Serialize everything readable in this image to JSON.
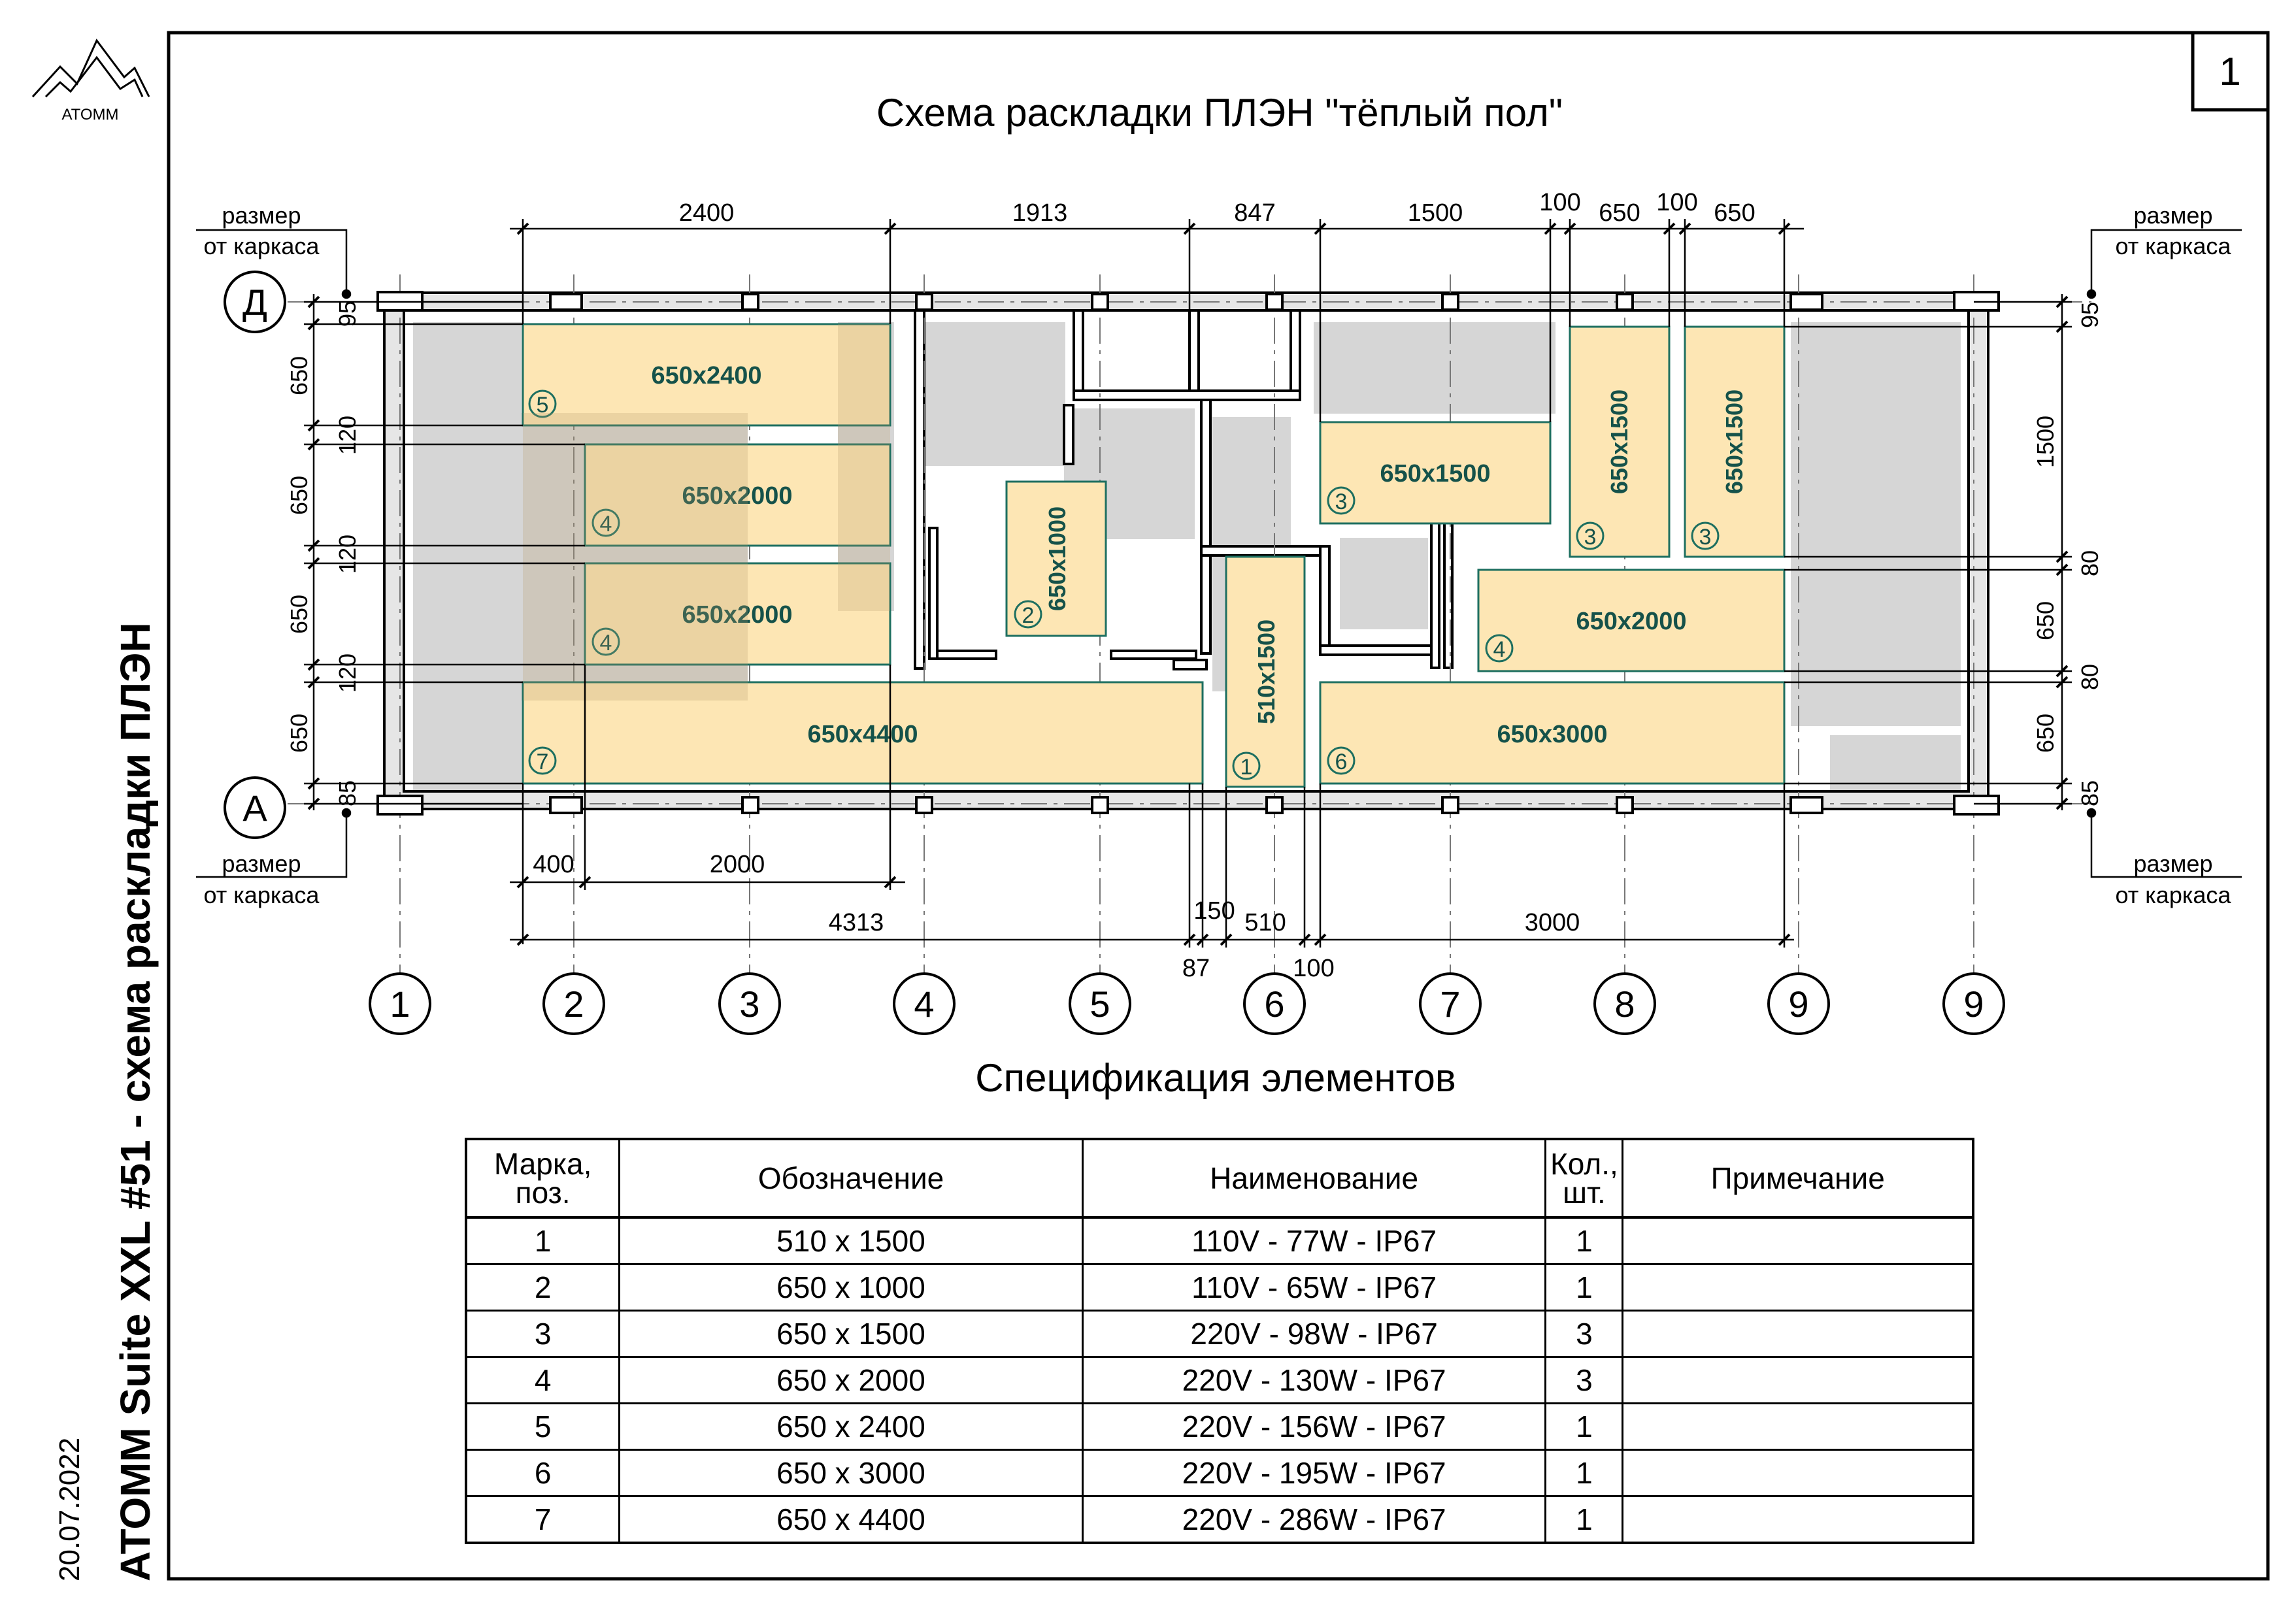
{
  "sheet_number": "1",
  "logo_text": "ATOMM",
  "title": "Схема раскладки ПЛЭН \"тёплый пол\"",
  "side_title": "ATOMM Suite XXL #51 - схема раскладки ПЛЭН",
  "side_date": "20.07.2022",
  "frame_note": {
    "line1": "размер",
    "line2": "от каркаса"
  },
  "axis_letters": {
    "top": "Д",
    "bottom": "А"
  },
  "axis_numbers": [
    "1",
    "2",
    "3",
    "4",
    "5",
    "6",
    "7",
    "8",
    "9",
    "9"
  ],
  "top_dims": [
    "2400",
    "1913",
    "847",
    "1500",
    "100",
    "650",
    "100",
    "650"
  ],
  "bottom_dims_row1": [
    "400",
    "2000"
  ],
  "bottom_dims_row2": [
    "4313",
    "150",
    "510",
    "3000"
  ],
  "bottom_dims_row3": [
    "87",
    "100"
  ],
  "left_dims": [
    "95",
    "650",
    "120",
    "650",
    "120",
    "650",
    "120",
    "650",
    "85"
  ],
  "right_dims": [
    "95",
    "1500",
    "80",
    "650",
    "80",
    "650",
    "85"
  ],
  "panels": [
    {
      "size": "650x2400",
      "mark": "5"
    },
    {
      "size": "650x2000",
      "mark": "4"
    },
    {
      "size": "650x2000",
      "mark": "4"
    },
    {
      "size": "650x4400",
      "mark": "7"
    },
    {
      "size": "650x1000",
      "mark": "2"
    },
    {
      "size": "510x1500",
      "mark": "1"
    },
    {
      "size": "650x1500",
      "mark": "3"
    },
    {
      "size": "650x1500",
      "mark": "3"
    },
    {
      "size": "650x1500",
      "mark": "3"
    },
    {
      "size": "650x2000",
      "mark": "4"
    },
    {
      "size": "650x3000",
      "mark": "6"
    }
  ],
  "colors": {
    "panel_fill": "#fde6b4",
    "panel_stroke": "#1d6f60",
    "panel_text": "#15524a",
    "gray_zone": "#d6d6d6"
  },
  "spec_title": "Спецификация элементов",
  "spec_headers": [
    "Марка, поз.",
    "Обозначение",
    "Наименование",
    "Кол., шт.",
    "Примечание"
  ],
  "spec_rows": [
    [
      "1",
      "510 х 1500",
      "110V - 77W - IP67",
      "1",
      ""
    ],
    [
      "2",
      "650 х 1000",
      "110V - 65W - IP67",
      "1",
      ""
    ],
    [
      "3",
      "650 х 1500",
      "220V - 98W - IP67",
      "3",
      ""
    ],
    [
      "4",
      "650 х 2000",
      "220V - 130W - IP67",
      "3",
      ""
    ],
    [
      "5",
      "650 х 2400",
      "220V - 156W - IP67",
      "1",
      ""
    ],
    [
      "6",
      "650 х 3000",
      "220V - 195W - IP67",
      "1",
      ""
    ],
    [
      "7",
      "650 х 4400",
      "220V - 286W - IP67",
      "1",
      ""
    ]
  ]
}
